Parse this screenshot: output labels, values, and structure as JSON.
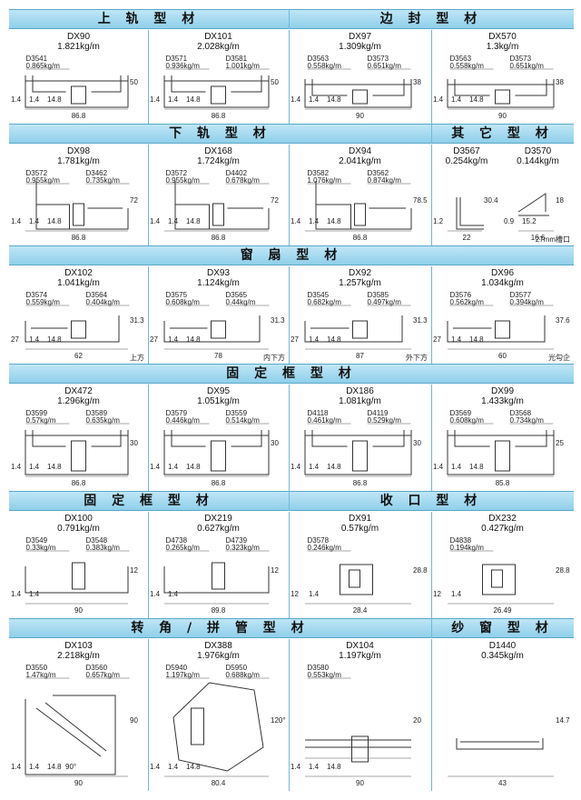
{
  "sections": [
    {
      "key": "s1",
      "title": "上 轨 型 材"
    },
    {
      "key": "s2",
      "title": "边 封 型 材"
    },
    {
      "key": "s3",
      "title": "下 轨 型 材"
    },
    {
      "key": "s4",
      "title": "其 它 型 材"
    },
    {
      "key": "s5",
      "title": "窗 扇 型 材"
    },
    {
      "key": "s6",
      "title": "固 定 框 型 材"
    },
    {
      "key": "s7",
      "title": "固 定 框 型 材"
    },
    {
      "key": "s8",
      "title": "收 口 型 材"
    },
    {
      "key": "s9",
      "title": "转 角 / 拼 管 型 材"
    },
    {
      "key": "s10",
      "title": "纱 窗 型 材"
    }
  ],
  "cells": [
    {
      "code": "DX90",
      "weight": "1.821kg/m",
      "subs": [
        {
          "c": "D3541",
          "w": "0.865kg/m"
        }
      ],
      "dims": [
        "86.8",
        "50",
        "1.4",
        "1.4",
        "14.8"
      ],
      "note": ""
    },
    {
      "code": "DX101",
      "weight": "2.028kg/m",
      "subs": [
        {
          "c": "D3571",
          "w": "0.936kg/m"
        },
        {
          "c": "D3581",
          "w": "1.001kg/m"
        }
      ],
      "dims": [
        "86.8",
        "50",
        "1.4",
        "1.4",
        "14.8"
      ],
      "note": ""
    },
    {
      "code": "DX97",
      "weight": "1.309kg/m",
      "subs": [
        {
          "c": "D3563",
          "w": "0.558kg/m"
        },
        {
          "c": "D3573",
          "w": "0.651kg/m"
        }
      ],
      "dims": [
        "90",
        "38",
        "1.4",
        "1.4",
        "14.8"
      ],
      "note": ""
    },
    {
      "code": "DX570",
      "weight": "1.3kg/m",
      "subs": [
        {
          "c": "D3563",
          "w": "0.558kg/m"
        },
        {
          "c": "D3573",
          "w": "0.651kg/m"
        }
      ],
      "dims": [
        "90",
        "38",
        "1.4",
        "1.4",
        "14.8"
      ],
      "note": ""
    },
    {
      "code": "DX98",
      "weight": "1.781kg/m",
      "subs": [
        {
          "c": "D3572",
          "w": "0.955kg/m"
        },
        {
          "c": "D3462",
          "w": "0.735kg/m"
        }
      ],
      "dims": [
        "86.8",
        "72",
        "1.4",
        "1.4",
        "14.8"
      ],
      "note": ""
    },
    {
      "code": "DX168",
      "weight": "1.724kg/m",
      "subs": [
        {
          "c": "D3572",
          "w": "0.955kg/m"
        },
        {
          "c": "D4402",
          "w": "0.678kg/m"
        }
      ],
      "dims": [
        "86.8",
        "72",
        "1.4",
        "1.4",
        "14.8"
      ],
      "note": ""
    },
    {
      "code": "DX94",
      "weight": "2.041kg/m",
      "subs": [
        {
          "c": "D3582",
          "w": "1.076kg/m"
        },
        {
          "c": "D3562",
          "w": "0.874kg/m"
        }
      ],
      "dims": [
        "86.8",
        "78.5",
        "1.4",
        "1.4",
        "14.8"
      ],
      "note": ""
    },
    {
      "code": "D3567",
      "weight": "0.254kg/m",
      "subs": [],
      "dims": [
        "22",
        "30.4",
        "1.2"
      ],
      "note": ""
    },
    {
      "code": "D3570",
      "weight": "0.144kg/m",
      "subs": [],
      "dims": [
        "16.6",
        "18",
        "0.9",
        "15.2"
      ],
      "note": "27mm槽口"
    },
    {
      "code": "DX102",
      "weight": "1.041kg/m",
      "subs": [
        {
          "c": "D3574",
          "w": "0.559kg/m"
        },
        {
          "c": "D3564",
          "w": "0.404kg/m"
        }
      ],
      "dims": [
        "62",
        "31.3",
        "27",
        "1.4",
        "14.8"
      ],
      "note": "上方"
    },
    {
      "code": "DX93",
      "weight": "1.124kg/m",
      "subs": [
        {
          "c": "D3575",
          "w": "0.608kg/m"
        },
        {
          "c": "D3565",
          "w": "0.44kg/m"
        }
      ],
      "dims": [
        "78",
        "31.3",
        "27",
        "1.4",
        "14.8"
      ],
      "note": "内下方"
    },
    {
      "code": "DX92",
      "weight": "1.257kg/m",
      "subs": [
        {
          "c": "D3545",
          "w": "0.682kg/m"
        },
        {
          "c": "D3585",
          "w": "0.497kg/m"
        }
      ],
      "dims": [
        "87",
        "31.3",
        "27",
        "1.4",
        "14.8"
      ],
      "note": "外下方"
    },
    {
      "code": "DX96",
      "weight": "1.034kg/m",
      "subs": [
        {
          "c": "D3576",
          "w": "0.562kg/m"
        },
        {
          "c": "D3577",
          "w": "0.394kg/m"
        }
      ],
      "dims": [
        "60",
        "37.6",
        "27",
        "1.4",
        "14.8"
      ],
      "note": "光勾企"
    },
    {
      "code": "DX472",
      "weight": "1.296kg/m",
      "subs": [
        {
          "c": "D3599",
          "w": "0.57kg/m"
        },
        {
          "c": "D3589",
          "w": "0.635kg/m"
        }
      ],
      "dims": [
        "86.8",
        "30",
        "1.4",
        "1.4",
        "14.8"
      ],
      "note": ""
    },
    {
      "code": "DX95",
      "weight": "1.051kg/m",
      "subs": [
        {
          "c": "D3579",
          "w": "0.446kg/m"
        },
        {
          "c": "D3559",
          "w": "0.514kg/m"
        }
      ],
      "dims": [
        "86.8",
        "30",
        "1.4",
        "1.4",
        "14.8"
      ],
      "note": ""
    },
    {
      "code": "DX186",
      "weight": "1.081kg/m",
      "subs": [
        {
          "c": "D4118",
          "w": "0.461kg/m"
        },
        {
          "c": "D4119",
          "w": "0.529kg/m"
        }
      ],
      "dims": [
        "86.8",
        "30",
        "1.4",
        "1.4",
        "14.8"
      ],
      "note": ""
    },
    {
      "code": "DX99",
      "weight": "1.433kg/m",
      "subs": [
        {
          "c": "D3569",
          "w": "0.608kg/m"
        },
        {
          "c": "D3568",
          "w": "0.734kg/m"
        }
      ],
      "dims": [
        "85.8",
        "25",
        "1.4",
        "1.4",
        "14.8"
      ],
      "note": ""
    },
    {
      "code": "DX100",
      "weight": "0.791kg/m",
      "subs": [
        {
          "c": "D3549",
          "w": "0.33kg/m"
        },
        {
          "c": "D3548",
          "w": "0.383kg/m"
        }
      ],
      "dims": [
        "90",
        "12",
        "1.4",
        "1.4"
      ],
      "note": ""
    },
    {
      "code": "DX219",
      "weight": "0.627kg/m",
      "subs": [
        {
          "c": "D4738",
          "w": "0.265kg/m"
        },
        {
          "c": "D4739",
          "w": "0.323kg/m"
        }
      ],
      "dims": [
        "89.8",
        "12",
        "1.4",
        "1.4"
      ],
      "note": ""
    },
    {
      "code": "DX91",
      "weight": "0.57kg/m",
      "subs": [
        {
          "c": "D3578",
          "w": "0.246kg/m"
        }
      ],
      "dims": [
        "28.4",
        "28.8",
        "12",
        "1.4"
      ],
      "note": ""
    },
    {
      "code": "DX232",
      "weight": "0.427kg/m",
      "subs": [
        {
          "c": "D4838",
          "w": "0.194kg/m"
        }
      ],
      "dims": [
        "26.49",
        "28.8",
        "12",
        "1.4"
      ],
      "note": ""
    },
    {
      "code": "DX103",
      "weight": "2.218kg/m",
      "subs": [
        {
          "c": "D3550",
          "w": "1.47kg/m"
        },
        {
          "c": "D3560",
          "w": "0.657kg/m"
        }
      ],
      "dims": [
        "90",
        "90",
        "1.4",
        "1.4",
        "14.8",
        "90°"
      ],
      "note": ""
    },
    {
      "code": "DX388",
      "weight": "1.976kg/m",
      "subs": [
        {
          "c": "D5940",
          "w": "1.197kg/m"
        },
        {
          "c": "D5950",
          "w": "0.688kg/m"
        }
      ],
      "dims": [
        "80.4",
        "120°",
        "1.4",
        "1.4",
        "14.8"
      ],
      "note": ""
    },
    {
      "code": "DX104",
      "weight": "1.197kg/m",
      "subs": [
        {
          "c": "D3580",
          "w": "0.553kg/m"
        }
      ],
      "dims": [
        "90",
        "20",
        "1.4",
        "1.4",
        "14.8"
      ],
      "note": ""
    },
    {
      "code": "D1440",
      "weight": "0.345kg/m",
      "subs": [],
      "dims": [
        "43",
        "14.7"
      ],
      "note": ""
    }
  ]
}
